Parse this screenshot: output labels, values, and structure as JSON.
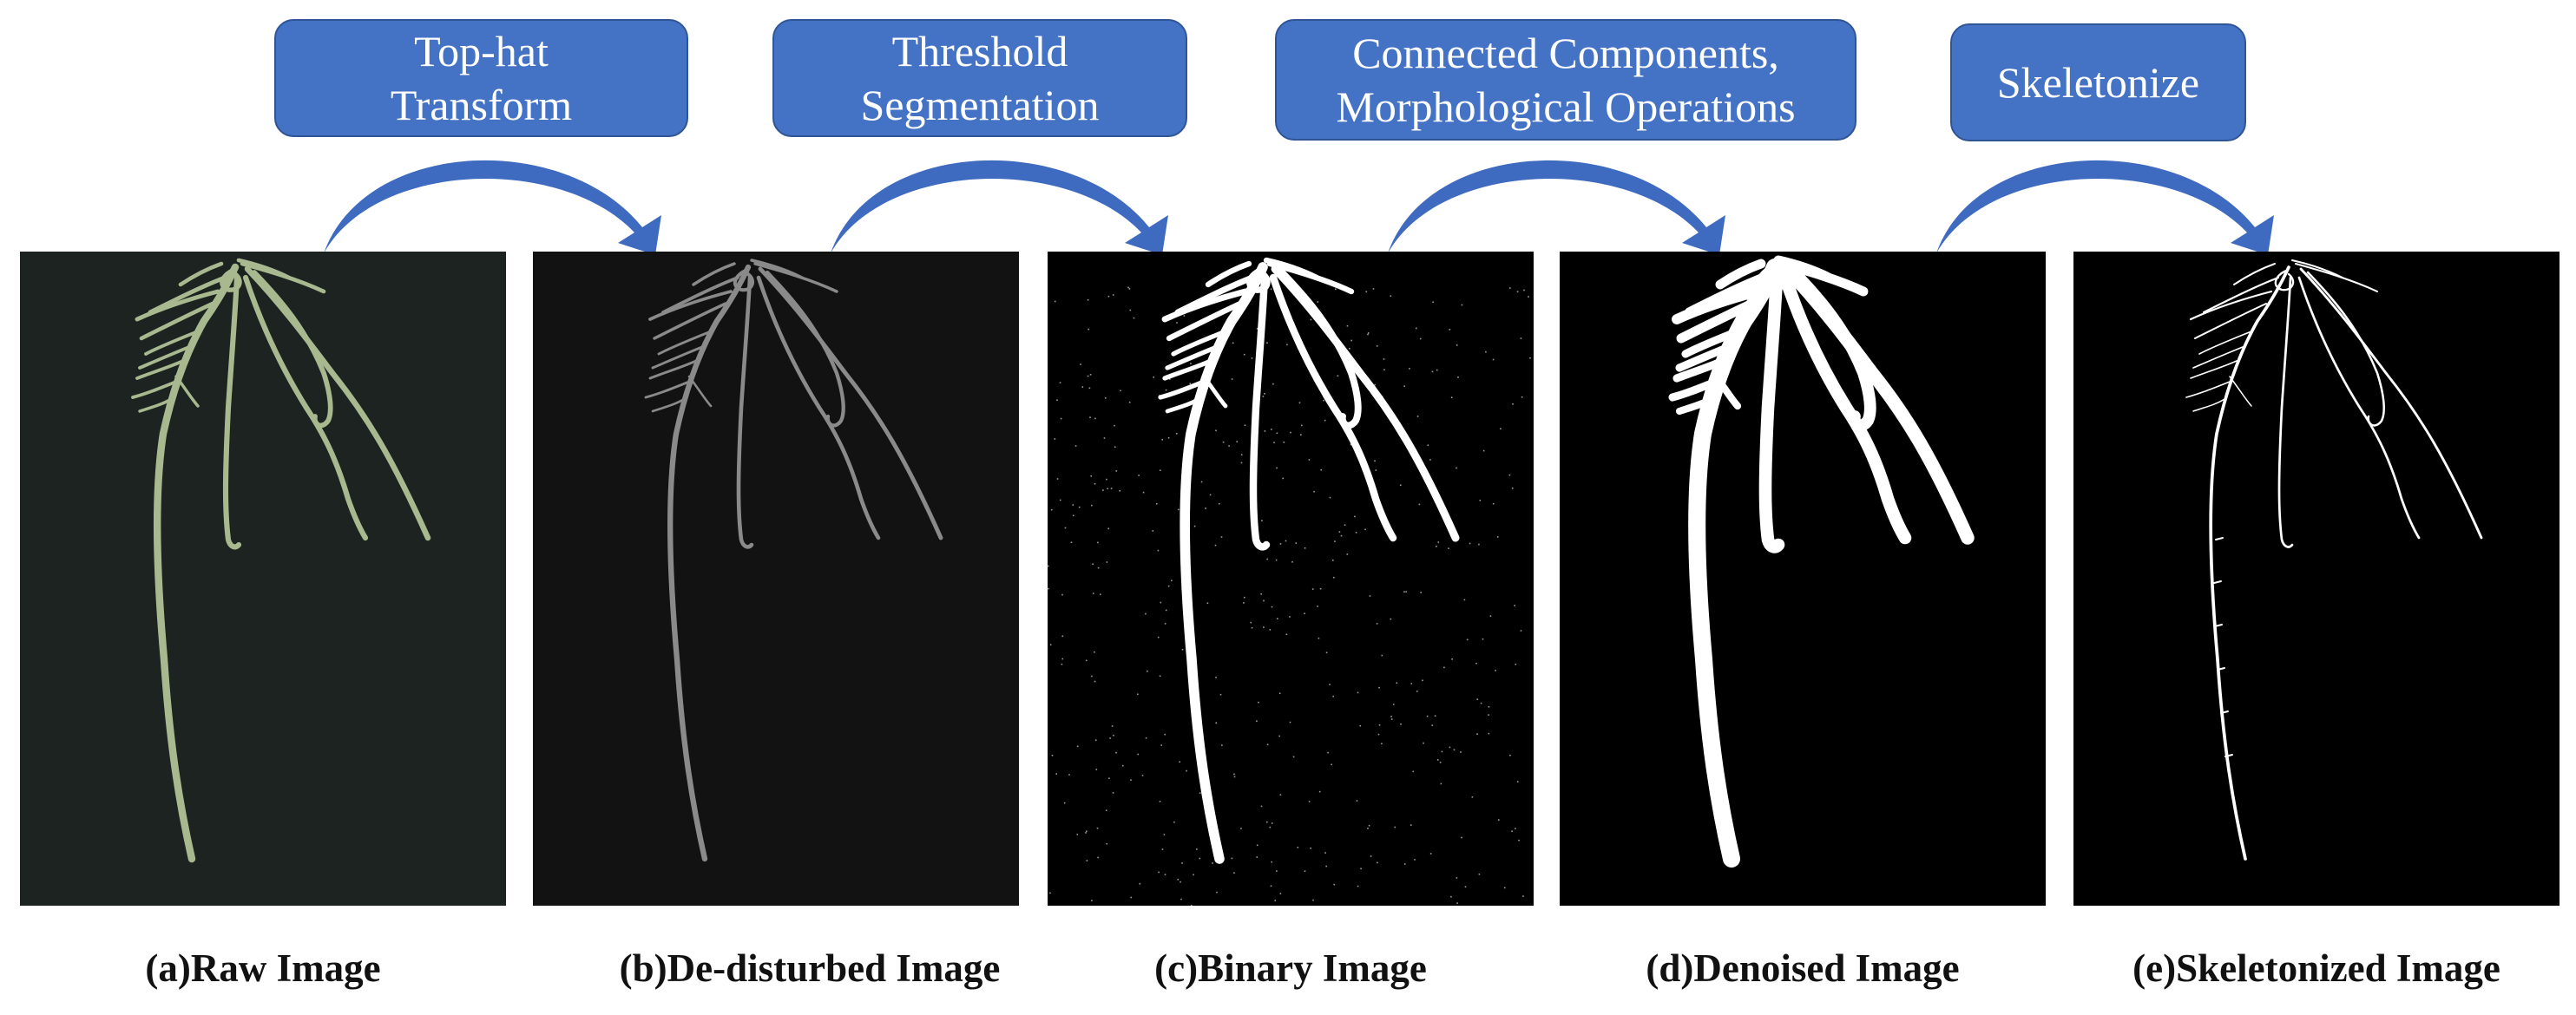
{
  "steps": [
    {
      "line1": "Top-hat",
      "line2": "Transform"
    },
    {
      "line1": "Threshold",
      "line2": "Segmentation"
    },
    {
      "line1": "Connected Components,",
      "line2": "Morphological Operations"
    },
    {
      "line1": "Skeletonize",
      "line2": ""
    }
  ],
  "panels": [
    {
      "caption": "(a)Raw Image",
      "background": "#1c2320",
      "root_color": "#a9b98f"
    },
    {
      "caption": "(b)De-disturbed Image",
      "background": "#121212",
      "root_color": "#8a8a8a"
    },
    {
      "caption": "(c)Binary Image",
      "background": "#000000",
      "root_color": "#ffffff"
    },
    {
      "caption": "(d)Denoised Image",
      "background": "#000000",
      "root_color": "#ffffff"
    },
    {
      "caption": "(e)Skeletonized Image",
      "background": "#000000",
      "root_color": "#ffffff"
    }
  ],
  "colors": {
    "box_fill": "#4472c4",
    "box_border": "#2f5597",
    "arrow": "#3e6bc0"
  }
}
